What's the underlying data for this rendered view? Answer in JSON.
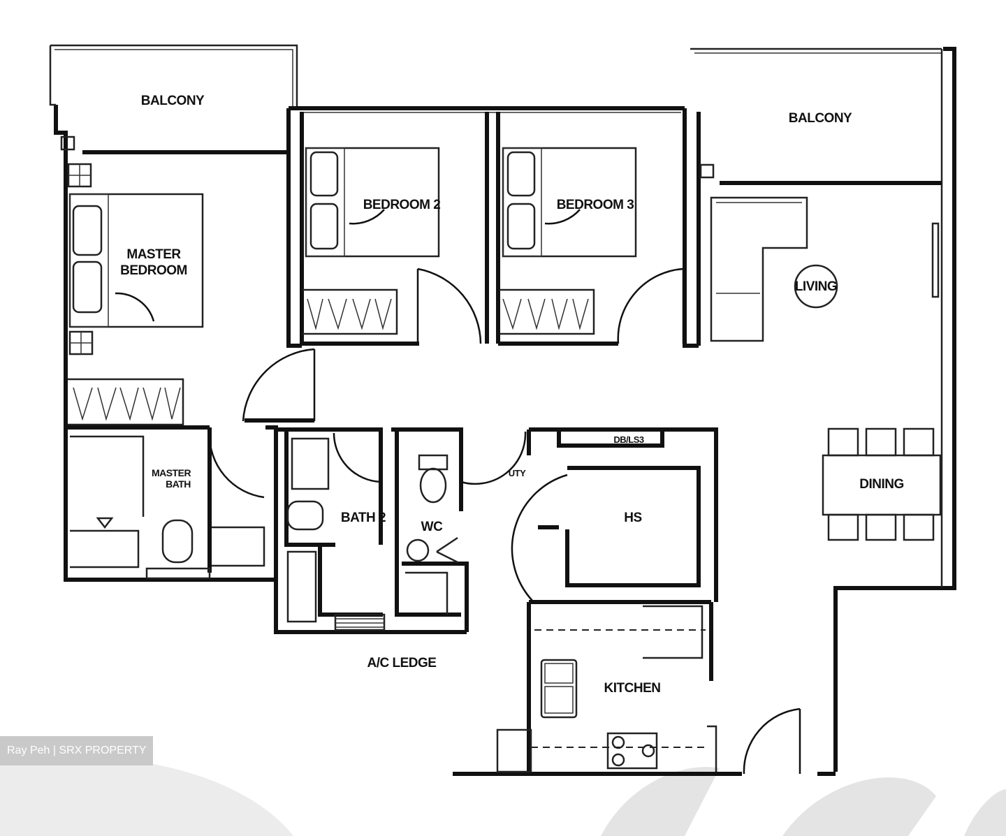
{
  "floorplan": {
    "rooms": {
      "balcony_left": "BALCONY",
      "balcony_right": "BALCONY",
      "master_bedroom_line1": "MASTER",
      "master_bedroom_line2": "BEDROOM",
      "bedroom_2": "BEDROOM 2",
      "bedroom_3": "BEDROOM 3",
      "living": "LIVING",
      "dining": "DINING",
      "bath_2": "BATH 2",
      "wc": "WC",
      "hs": "HS",
      "kitchen": "KITCHEN",
      "ac_ledge": "A/C LEDGE",
      "master_bath_line1": "MASTER",
      "master_bath_line2": "BATH",
      "shelter_label": "DB/LS3",
      "utility_label": "UTY"
    },
    "watermark": "Ray Peh | SRX PROPERTY",
    "colors": {
      "wall": "#111111",
      "background": "#ffffff",
      "watermark_bg": "#c9c9c9",
      "watermark_text": "#ffffff",
      "wave": "#dddddd"
    }
  }
}
